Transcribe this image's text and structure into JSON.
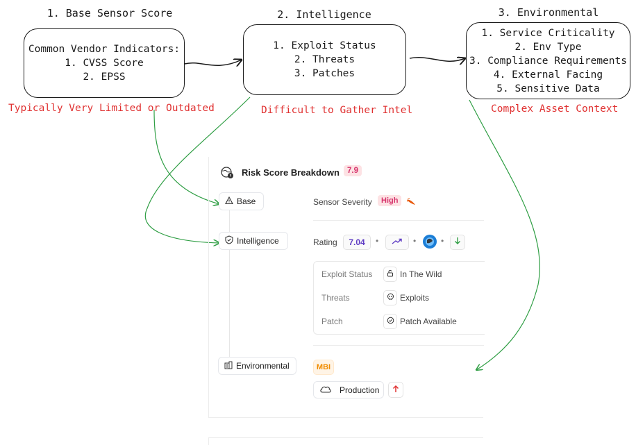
{
  "diagram": {
    "columns": [
      {
        "title": "1. Base Sensor Score",
        "lines": [
          "Common Vendor Indicators:",
          "1. CVSS Score",
          "2. EPSS"
        ],
        "note": "Typically Very Limited or Outdated"
      },
      {
        "title": "2. Intelligence",
        "lines": [
          "1. Exploit Status",
          "2. Threats",
          "3. Patches"
        ],
        "note": "Difficult to Gather Intel"
      },
      {
        "title": "3. Environmental",
        "lines": [
          "1. Service Criticality",
          "2. Env Type",
          "3. Compliance Requirements",
          "4. External Facing",
          "5. Sensitive Data"
        ],
        "note": "Complex Asset Context"
      }
    ],
    "colors": {
      "stroke": "#1a1a1a",
      "note": "#e03131",
      "arrow_green": "#2f9e44"
    }
  },
  "risk_card": {
    "title": "Risk Score Breakdown",
    "score": "7.9",
    "header_icon": "risk-globe-icon",
    "sections": {
      "base": {
        "label": "Base",
        "icon": "warning-triangle-icon",
        "field": "Sensor Severity",
        "severity": "High"
      },
      "intelligence": {
        "label": "Intelligence",
        "icon": "shield-icon",
        "rating_label": "Rating",
        "rating": "7.04",
        "rows": [
          {
            "label": "Exploit Status",
            "value": "In The Wild",
            "icon": "lock-icon"
          },
          {
            "label": "Threats",
            "value": "Exploits",
            "icon": "skull-icon"
          },
          {
            "label": "Patch",
            "value": "Patch Available",
            "icon": "check-circle-icon"
          }
        ]
      },
      "environmental": {
        "label": "Environmental",
        "icon": "building-icon",
        "tag": "MBI",
        "env": "Production"
      }
    },
    "colors": {
      "score_bg": "#fde2e4",
      "score_fg": "#d6336c",
      "rating_fg": "#5f3dc4",
      "mbi_fg": "#f08c00",
      "up_arrow": "#e03131",
      "down_arrow": "#2f9e44"
    }
  }
}
